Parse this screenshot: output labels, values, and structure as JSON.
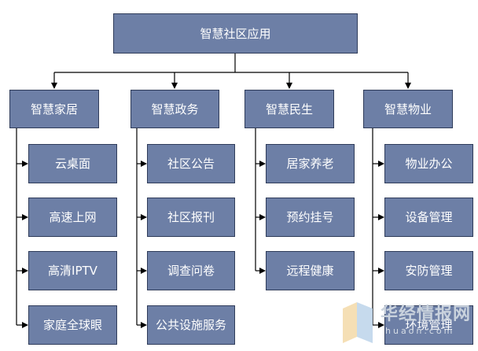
{
  "root": "智慧社区应用",
  "categories": [
    {
      "title": "智慧家居",
      "items": [
        "云桌面",
        "高速上网",
        "高清IPTV",
        "家庭全球眼"
      ]
    },
    {
      "title": "智慧政务",
      "items": [
        "社区公告",
        "社区报刊",
        "调查问卷",
        "公共设施服务"
      ]
    },
    {
      "title": "智慧民生",
      "items": [
        "居家养老",
        "预约挂号",
        "远程健康"
      ]
    },
    {
      "title": "智慧物业",
      "items": [
        "物业办公",
        "设备管理",
        "安防管理",
        "环境管理"
      ]
    }
  ],
  "watermark": {
    "name": "华经情报网",
    "url": "huaon.com"
  }
}
